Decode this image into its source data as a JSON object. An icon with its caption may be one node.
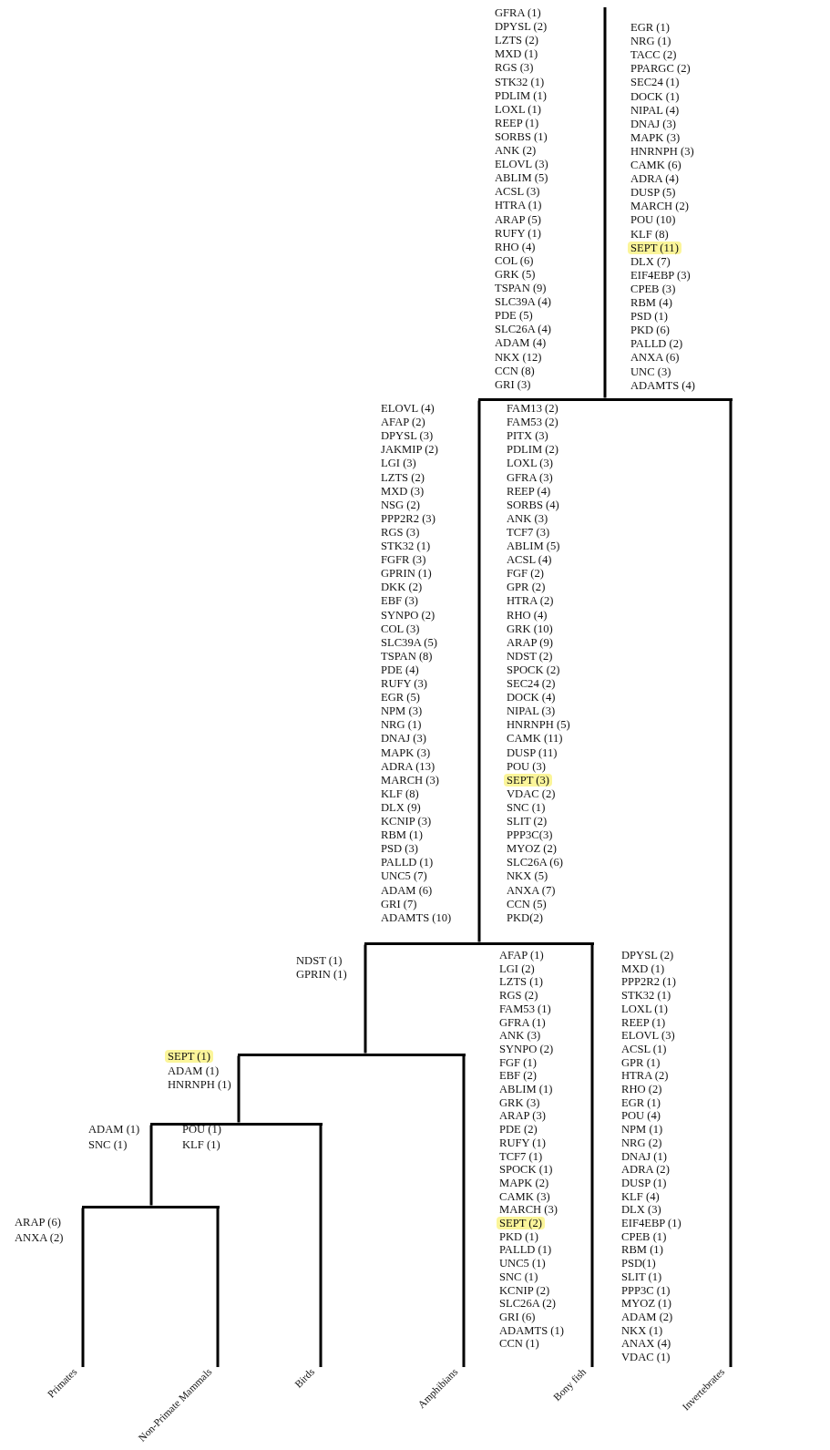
{
  "diagram": {
    "nodes": [
      {
        "text": [],
        "shape": "bar"
      },
      {
        "text": [],
        "shape": "bar"
      },
      {
        "text": [],
        "shape": "bar"
      },
      {
        "text": [],
        "shape": "bar"
      },
      {
        "text": [],
        "shape": "bar"
      },
      {
        "text": [
          "Primates"
        ]
      },
      {
        "text": [
          "Non-Primate Mammals"
        ]
      },
      {
        "text": [
          "Birds"
        ]
      },
      {
        "text": [
          "Amphibians"
        ]
      },
      {
        "text": [
          "Bony fish"
        ]
      },
      {
        "text": [
          "Invertebrates"
        ]
      }
    ],
    "edges": [
      {
        "from": null,
        "to": 0,
        "arrow": "none"
      },
      {
        "from": 0,
        "to": 1,
        "arrow": "none"
      },
      {
        "from": 0,
        "to": 10,
        "arrow": "none"
      },
      {
        "from": 1,
        "to": 2,
        "arrow": "none"
      },
      {
        "from": 1,
        "to": 9,
        "arrow": "none"
      },
      {
        "from": 2,
        "to": 3,
        "arrow": "none"
      },
      {
        "from": 2,
        "to": 8,
        "arrow": "none"
      },
      {
        "from": 3,
        "to": 4,
        "arrow": "none"
      },
      {
        "from": 3,
        "to": 7,
        "arrow": "none"
      },
      {
        "from": 4,
        "to": 5,
        "arrow": "none"
      },
      {
        "from": 4,
        "to": 6,
        "arrow": "none"
      }
    ],
    "labels": [
      "GFRA (1)",
      "DPYSL (2)",
      "LZTS (2)",
      "MXD (1)",
      "RGS (3)",
      "STK32 (1)",
      "PDLIM (1)",
      "LOXL (1)",
      "REEP (1)",
      "SORBS (1)",
      "ANK (2)",
      "ELOVL (3)",
      "ABLIM (5)",
      "ACSL (3)",
      "HTRA (1)",
      "ARAP (5)",
      "RUFY (1)",
      "RHO (4)",
      "COL (6)",
      "GRK (5)",
      "TSPAN (9)",
      "SLC39A (4)",
      "PDE (5)",
      "SLC26A (4)",
      "ADAM (4)",
      "NKX (12)",
      "CCN (8)",
      "GRI (3)",
      "EGR (1)",
      "NRG (1)",
      "TACC (2)",
      "PPARGC (2)",
      "SEC24 (1)",
      "DOCK (1)",
      "NIPAL (4)",
      "DNAJ (3)",
      "MAPK (3)",
      "HNRNPH (3)",
      "CAMK (6)",
      "ADRA (4)",
      "DUSP (5)",
      "MARCH (2)",
      "POU (10)",
      "KLF (8)",
      "SEPT (11)",
      "DLX (7)",
      "EIF4EBP (3)",
      "CPEB (3)",
      "RBM (4)",
      "PSD (1)",
      "PKD (6)",
      "PALLD (2)",
      "ANXA (6)",
      "UNC (3)",
      "ADAMTS (4)",
      "ELOVL (4)",
      "AFAP (2)",
      "DPYSL (3)",
      "JAKMIP (2)",
      "LGI (3)",
      "LZTS (2)",
      "MXD (3)",
      "NSG (2)",
      "PPP2R2 (3)",
      "RGS (3)",
      "STK32 (1)",
      "FGFR (3)",
      "GPRIN (1)",
      "DKK (2)",
      "EBF (3)",
      "SYNPO (2)",
      "COL (3)",
      "SLC39A (5)",
      "TSPAN (8)",
      "PDE (4)",
      "RUFY (3)",
      "EGR (5)",
      "NPM (3)",
      "NRG (1)",
      "DNAJ (3)",
      "MAPK (3)",
      "ADRA (13)",
      "MARCH (3)",
      "KLF (8)",
      "DLX (9)",
      "KCNIP (3)",
      "RBM (1)",
      "PSD (3)",
      "PALLD (1)",
      "UNC5 (7)",
      "ADAM (6)",
      "GRI (7)",
      "ADAMTS (10)",
      "FAM13 (2)",
      "FAM53 (2)",
      "PITX (3)",
      "PDLIM (2)",
      "LOXL (3)",
      "GFRA (3)",
      "REEP (4)",
      "SORBS (4)",
      "ANK (3)",
      "TCF7 (3)",
      "ABLIM (5)",
      "ACSL (4)",
      "FGF (2)",
      "GPR (2)",
      "HTRA (2)",
      "RHO (4)",
      "GRK (10)",
      "ARAP (9)",
      "NDST (2)",
      "SPOCK (2)",
      "SEC24 (2)",
      "DOCK (4)",
      "NIPAL (3)",
      "HNRNPH (5)",
      "CAMK (11)",
      "DUSP (11)",
      "POU (3)",
      "SEPT (3)",
      "VDAC (2)",
      "SNC (1)",
      "SLIT (2)",
      "PPP3C(3)",
      "MYOZ (2)",
      "SLC26A (6)",
      "NKX (5)",
      "ANXA (7)",
      "CCN (5)",
      "PKD(2)",
      "NDST (1)",
      "GPRIN (1)",
      "AFAP (1)",
      "LGI (2)",
      "LZTS (1)",
      "RGS (2)",
      "FAM53 (1)",
      "GFRA (1)",
      "ANK (3)",
      "SYNPO (2)",
      "FGF (1)",
      "EBF (2)",
      "ABLIM (1)",
      "GRK (3)",
      "ARAP (3)",
      "PDE (2)",
      "RUFY (1)",
      "TCF7 (1)",
      "SPOCK (1)",
      "MAPK (2)",
      "CAMK (3)",
      "MARCH (3)",
      "SEPT (2)",
      "PKD (1)",
      "PALLD (1)",
      "UNC5 (1)",
      "SNC (1)",
      "KCNIP (2)",
      "SLC26A (2)",
      "GRI (6)",
      "ADAMTS (1)",
      "CCN (1)",
      "DPYSL (2)",
      "MXD (1)",
      "PPP2R2 (1)",
      "STK32 (1)",
      "LOXL (1)",
      "REEP (1)",
      "ELOVL (3)",
      "ACSL (1)",
      "GPR (1)",
      "HTRA (2)",
      "RHO (2)",
      "EGR (1)",
      "POU (4)",
      "NPM (1)",
      "NRG (2)",
      "DNAJ (1)",
      "ADRA (2)",
      "DUSP (1)",
      "KLF (4)",
      "DLX (3)",
      "EIF4EBP (1)",
      "CPEB (1)",
      "RBM (1)",
      "PSD(1)",
      "SLIT (1)",
      "PPP3C (1)",
      "MYOZ (1)",
      "ADAM (2)",
      "NKX (1)",
      "ANAX (4)",
      "VDAC (1)",
      "SEPT (1)",
      "ADAM (1)",
      "HNRNPH (1)",
      "ADAM (1)",
      "SNC (1)",
      "POU (1)",
      "KLF (1)",
      "ARAP (6)",
      "ANXA (2)"
    ]
  }
}
